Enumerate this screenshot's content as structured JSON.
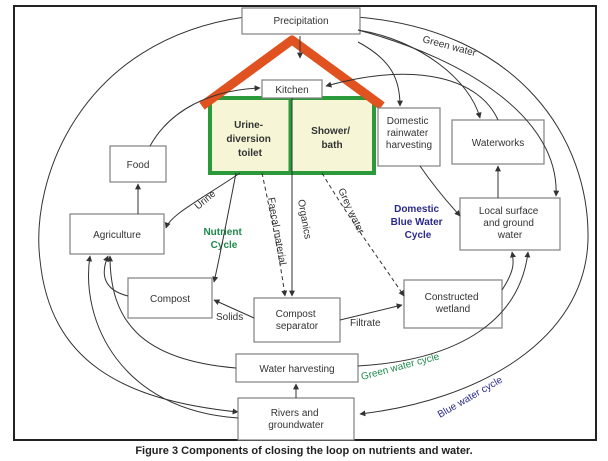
{
  "nodes": {
    "precipitation": "Precipitation",
    "kitchen": "Kitchen",
    "urine_toilet": [
      "Urine-",
      "diversion",
      "toilet"
    ],
    "shower": [
      "Shower/",
      "bath"
    ],
    "rainwater": [
      "Domestic",
      "rainwater",
      "harvesting"
    ],
    "waterworks": "Waterworks",
    "food": "Food",
    "agriculture": "Agriculture",
    "local_water": [
      "Local surface",
      "and ground",
      "water"
    ],
    "compost": "Compost",
    "compost_separator": [
      "Compost",
      "separator"
    ],
    "constructed_wetland": [
      "Constructed",
      "wetland"
    ],
    "water_harvesting": "Water harvesting",
    "rivers": [
      "Rivers and",
      "groundwater"
    ]
  },
  "cycles": {
    "nutrient": [
      "Nutrient",
      "Cycle"
    ],
    "blue": [
      "Domestic",
      "Blue Water",
      "Cycle"
    ]
  },
  "edge_labels": {
    "urine": "Urine",
    "faecal": "Faecal material",
    "organic": "Organics",
    "grey": "Grey water",
    "solids": "Solids",
    "filtrate": "Filtrate",
    "green_top": "Green water",
    "green_cycle": "Green water cycle",
    "blue_cycle": "Blue water cycle"
  },
  "caption": "Figure 3 Components of closing the loop on nutrients and water.",
  "colors": {
    "roof": "#e0521f",
    "house_border": "#2a9a3a",
    "house_fill": "#f6f6d6",
    "nutrient": "#1e8a4a",
    "blue": "#2a2a8c"
  }
}
